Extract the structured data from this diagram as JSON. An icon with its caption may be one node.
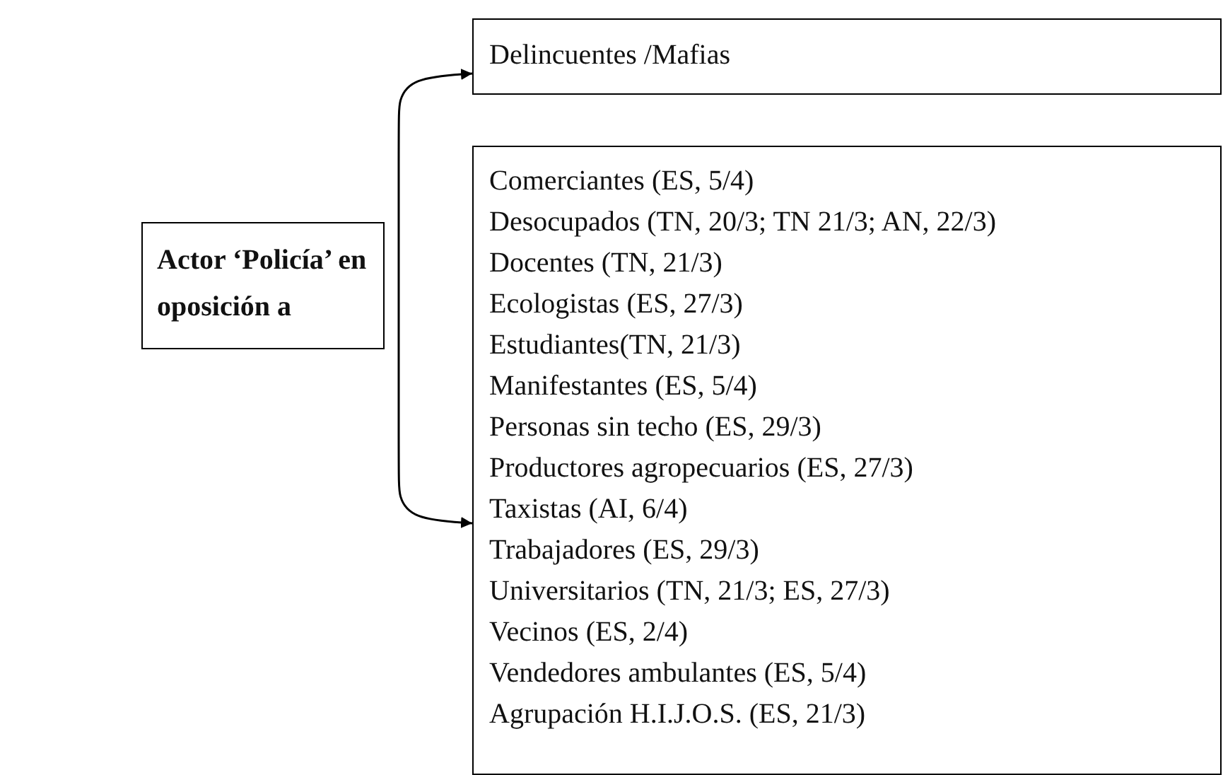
{
  "diagram": {
    "nodes": [
      {
        "text": [
          "Actor ‘Policía’ en oposición a"
        ]
      },
      {
        "text": [
          "Delincuentes /Mafias"
        ]
      },
      {
        "text": [
          "Comerciantes (ES, 5/4)",
          "Desocupados (TN, 20/3; TN 21/3; AN, 22/3)",
          "Docentes (TN, 21/3)",
          "Ecologistas (ES, 27/3)",
          "Estudiantes(TN, 21/3)",
          "Manifestantes (ES, 5/4)",
          "Personas sin techo (ES, 29/3)",
          "Productores agropecuarios (ES, 27/3)",
          "Taxistas (AI, 6/4)",
          "Trabajadores (ES, 29/3)",
          "Universitarios (TN, 21/3; ES, 27/3)",
          "Vecinos (ES, 2/4)",
          "Vendedores ambulantes (ES, 5/4)",
          "Agrupación H.I.J.O.S. (ES, 21/3)"
        ]
      }
    ],
    "edges": [
      {
        "from": 1,
        "to": 2,
        "arrow": "both"
      }
    ]
  }
}
